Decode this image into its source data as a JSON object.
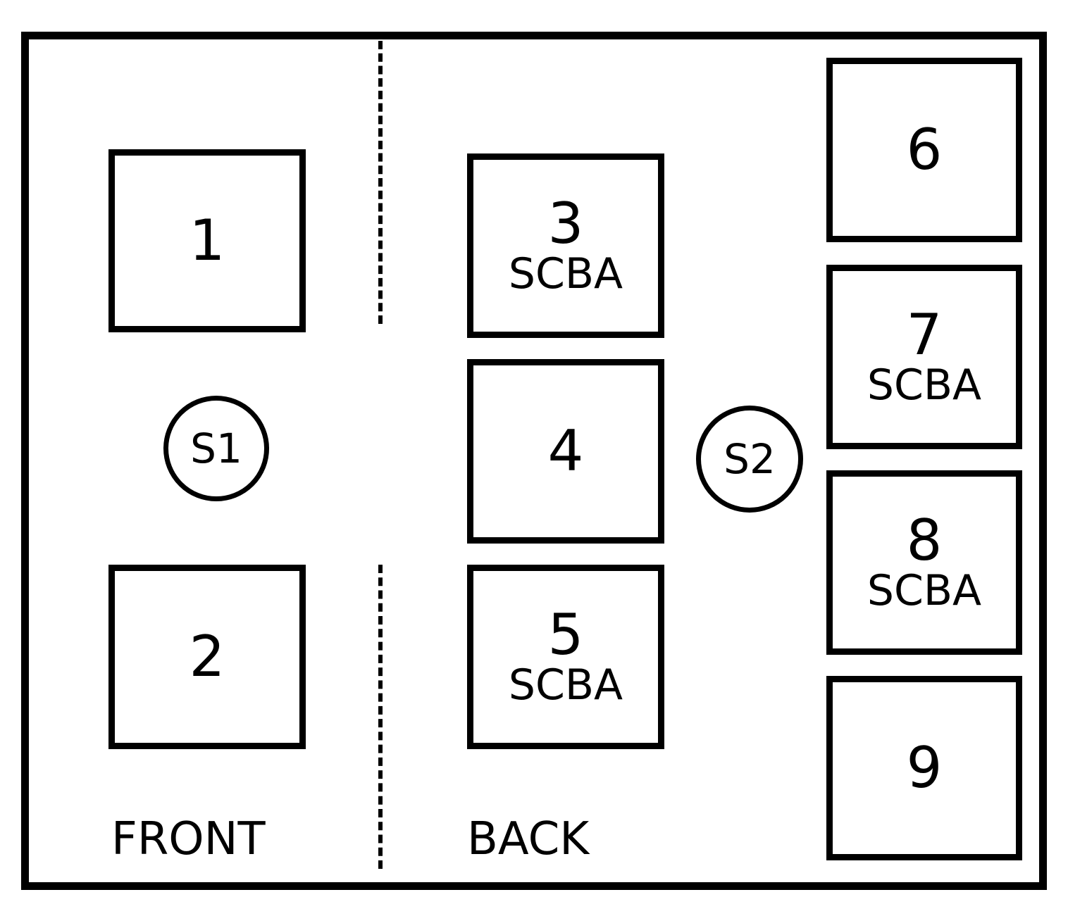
{
  "seats": [
    {
      "id": "seat-1",
      "number": "1",
      "tag": ""
    },
    {
      "id": "seat-2",
      "number": "2",
      "tag": ""
    },
    {
      "id": "seat-3",
      "number": "3",
      "tag": "SCBA"
    },
    {
      "id": "seat-4",
      "number": "4",
      "tag": ""
    },
    {
      "id": "seat-5",
      "number": "5",
      "tag": "SCBA"
    },
    {
      "id": "seat-6",
      "number": "6",
      "tag": ""
    },
    {
      "id": "seat-7",
      "number": "7",
      "tag": "SCBA"
    },
    {
      "id": "seat-8",
      "number": "8",
      "tag": "SCBA"
    },
    {
      "id": "seat-9",
      "number": "9",
      "tag": ""
    }
  ],
  "sensors": [
    {
      "id": "sensor-s1",
      "label": "S1"
    },
    {
      "id": "sensor-s2",
      "label": "S2"
    }
  ],
  "sections": {
    "front": "FRONT",
    "back": "BACK"
  }
}
